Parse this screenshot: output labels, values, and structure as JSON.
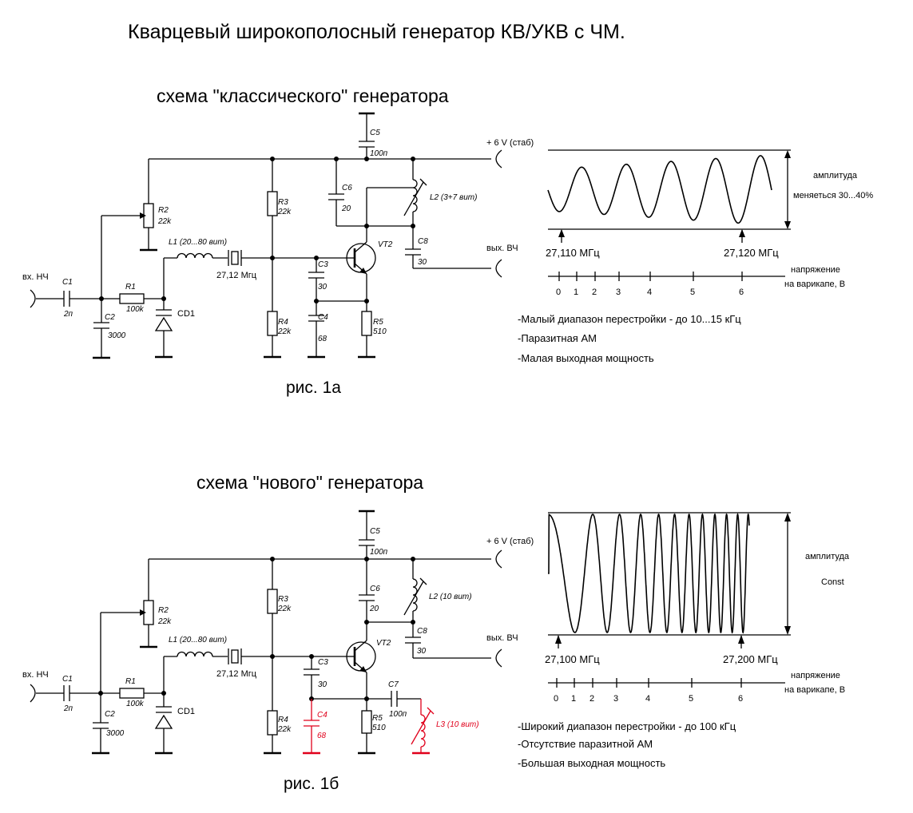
{
  "title": "Кварцевый широкополосный генератор КВ/УКВ с ЧМ.",
  "top": {
    "heading": "схема \"классического\" генератора",
    "caption": "рис. 1а",
    "labels": {
      "input": "вх. НЧ",
      "c1": "C1",
      "c1v": "2п",
      "c2": "C2",
      "c2v": "3000",
      "r1": "R1",
      "r1v": "100k",
      "r2": "R2",
      "r2v": "22k",
      "cd1": "CD1",
      "l1": "L1 (20...80 вит)",
      "xtal": "27,12 Мгц",
      "r3": "R3",
      "r3v": "22k",
      "r4": "R4",
      "r4v": "22k",
      "c3": "C3",
      "c3v": "30",
      "c4": "C4",
      "c4v": "68",
      "c5": "C5",
      "c5v": "100п",
      "c6": "C6",
      "c6v": "20",
      "l2": "L2 (3+7 вит)",
      "vt2": "VT2",
      "r5": "R5",
      "r5v": "510",
      "c8": "C8",
      "c8v": "30",
      "supply": "+ 6 V (стаб)",
      "output": "вых. ВЧ"
    },
    "graph": {
      "amp_label_1": "амплитуда",
      "amp_label_2": "меняеться 30...40%",
      "freq_left": "27,110 МГц",
      "freq_right": "27,120 МГц",
      "axis_label_1": "напряжение",
      "axis_label_2": "на варикапе, В",
      "ticks": [
        "0",
        "1",
        "2",
        "3",
        "4",
        "5",
        "6"
      ]
    },
    "notes": [
      "-Малый диапазон перестройки - до 10...15 кГц",
      "-Паразитная АМ",
      "-Малая выходная мощность"
    ]
  },
  "bottom": {
    "heading": "схема \"нового\" генератора",
    "caption": "рис. 1б",
    "labels": {
      "input": "вх. НЧ",
      "c1": "C1",
      "c1v": "2п",
      "c2": "C2",
      "c2v": "3000",
      "r1": "R1",
      "r1v": "100k",
      "r2": "R2",
      "r2v": "22k",
      "cd1": "CD1",
      "l1": "L1 (20...80 вит)",
      "xtal": "27,12 Мгц",
      "r3": "R3",
      "r3v": "22k",
      "r4": "R4",
      "r4v": "22k",
      "c3": "C3",
      "c3v": "30",
      "c4": "C4",
      "c4v": "68",
      "c5": "C5",
      "c5v": "100п",
      "c6": "C6",
      "c6v": "20",
      "c7": "C7",
      "c7v": "100п",
      "l2": "L2 (10 вит)",
      "l3": "L3 (10 вит)",
      "vt2": "VT2",
      "r5": "R5",
      "r5v": "510",
      "c8": "C8",
      "c8v": "30",
      "supply": "+ 6 V (стаб)",
      "output": "вых. ВЧ"
    },
    "graph": {
      "amp_label_1": "амплитуда",
      "amp_label_2": "Const",
      "freq_left": "27,100 МГц",
      "freq_right": "27,200 МГц",
      "axis_label_1": "напряжение",
      "axis_label_2": "на варикапе, В",
      "ticks": [
        "0",
        "1",
        "2",
        "3",
        "4",
        "5",
        "6"
      ]
    },
    "notes": [
      "-Широкий диапазон перестройки - до 100 кГц",
      "-Отсутствие паразитной АМ",
      "-Большая выходная мощность"
    ]
  },
  "colors": {
    "ink": "#000000",
    "highlight": "#e0001b"
  }
}
